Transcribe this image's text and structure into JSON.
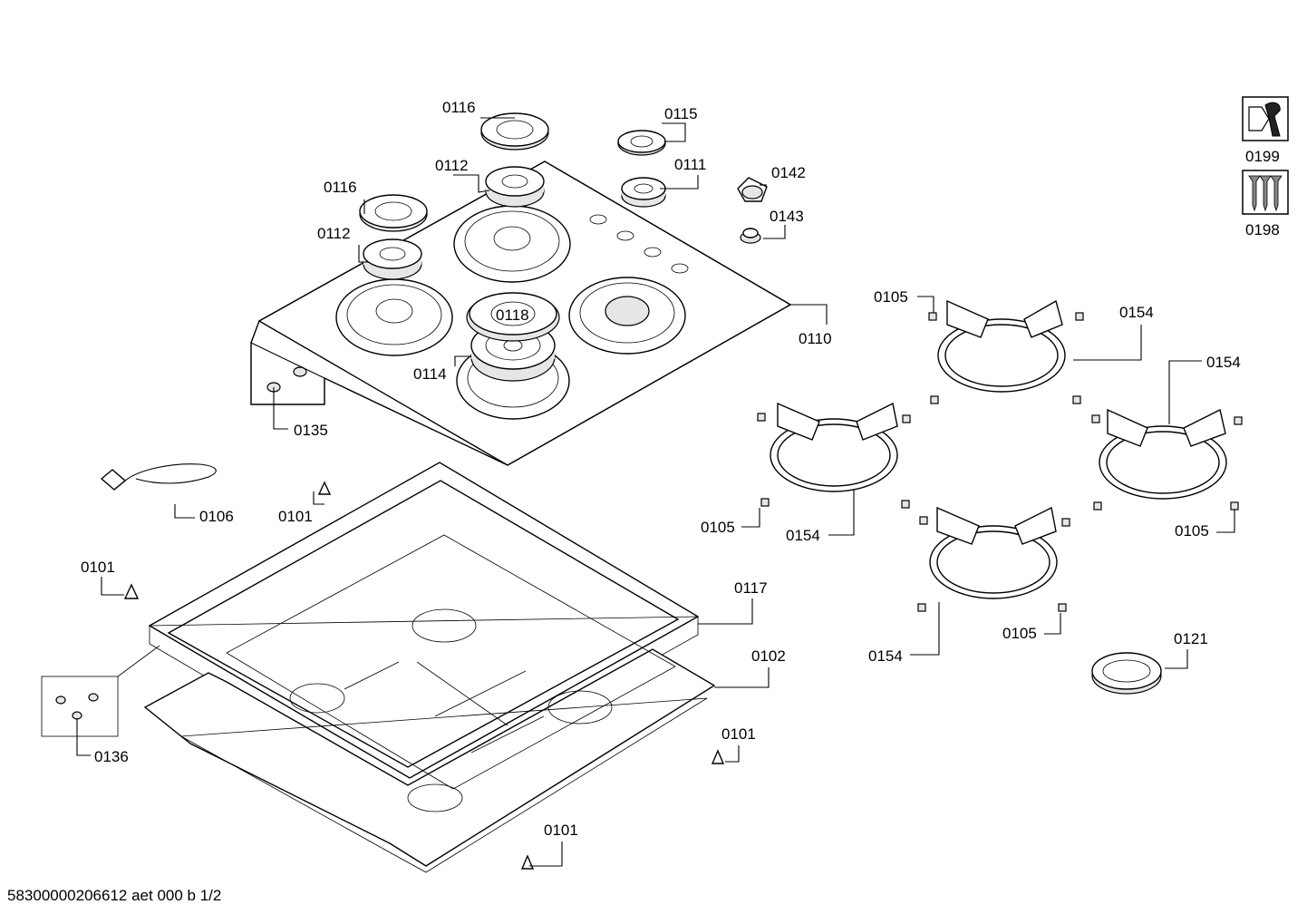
{
  "footer": {
    "drawing_code": "58300000206612 aet 000 b 1/2"
  },
  "icons": [
    {
      "icon": "service-tool-icon",
      "label": "0199"
    },
    {
      "icon": "screws-kit-icon",
      "label": "0198"
    }
  ],
  "callouts": {
    "c0116a": "0116",
    "c0115": "0115",
    "c0112a": "0112",
    "c0111": "0111",
    "c0142": "0142",
    "c0116b": "0116",
    "c0143": "0143",
    "c0112b": "0112",
    "c0118": "0118",
    "c0110": "0110",
    "c0114": "0114",
    "c0135": "0135",
    "c0105a": "0105",
    "c0154a": "0154",
    "c0154b": "0154",
    "c0106": "0106",
    "c0101a": "0101",
    "c0105b": "0105",
    "c0154c": "0154",
    "c0105c": "0105",
    "c0101b": "0101",
    "c0117": "0117",
    "c0105d": "0105",
    "c0121": "0121",
    "c0154d": "0154",
    "c0102": "0102",
    "c0101c": "0101",
    "c0136": "0136",
    "c0101d": "0101"
  }
}
